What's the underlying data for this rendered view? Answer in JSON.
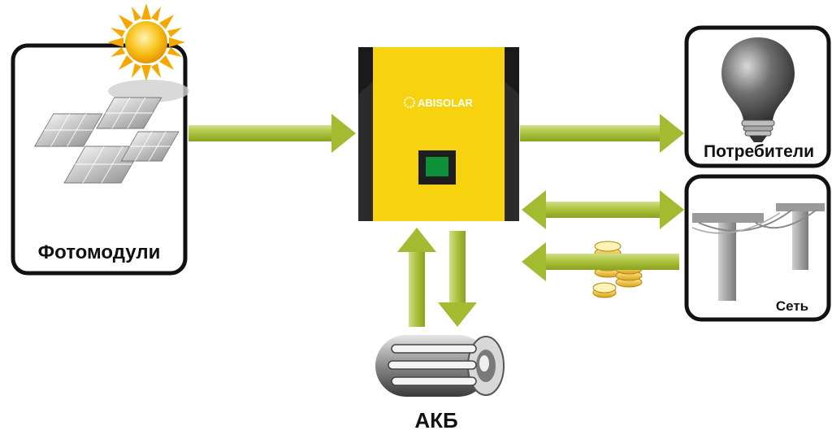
{
  "nodes": {
    "panels": {
      "label": "Фотомодули",
      "icon": "solar-panel-icon"
    },
    "inverter": {
      "brand": "ABISOLAR",
      "icon": "inverter-icon"
    },
    "consumers": {
      "label": "Потребители",
      "icon": "light-bulb-icon"
    },
    "grid": {
      "label": "Сеть",
      "icon": "power-line-icon"
    },
    "battery": {
      "label": "АКБ",
      "icon": "battery-icon"
    }
  },
  "decorations": {
    "sun": "sun-icon",
    "coins": "coins-icon"
  },
  "colors": {
    "arrow": "#9db62a",
    "arrow_light": "#c9dc77",
    "inverter_body": "#f7d20f",
    "inverter_dark": "#2b2b2b",
    "inverter_screen": "#0e8f3a",
    "box_border": "#111111"
  }
}
